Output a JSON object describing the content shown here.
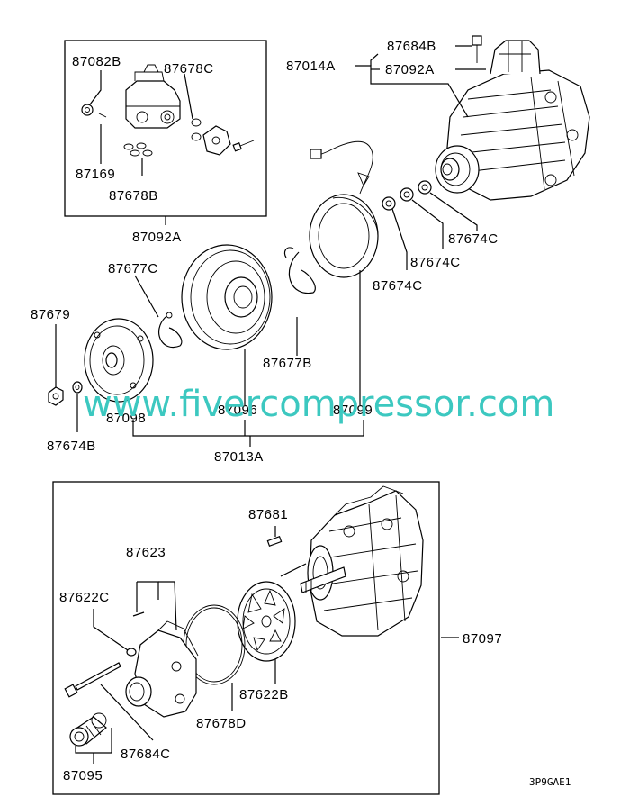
{
  "diagram": {
    "watermark": "www.fivercompressor.com",
    "drawing_code": "3P9GAE1",
    "labels": {
      "p87082B": "87082B",
      "p87678C": "87678C",
      "p87169": "87169",
      "p87678B": "87678B",
      "p87092A_box": "87092A",
      "p87684B": "87684B",
      "p87014A": "87014A",
      "p87092A_top": "87092A",
      "p87674C_1": "87674C",
      "p87674C_2": "87674C",
      "p87674C_3": "87674C",
      "p87677C": "87677C",
      "p87679": "87679",
      "p87677B": "87677B",
      "p87096": "87096",
      "p87099": "87099",
      "p87098": "87098",
      "p87674B": "87674B",
      "p87013A": "87013A",
      "p87681": "87681",
      "p87623": "87623",
      "p87622C": "87622C",
      "p87097": "87097",
      "p87622B": "87622B",
      "p87678D": "87678D",
      "p87684C": "87684C",
      "p87095": "87095"
    }
  }
}
